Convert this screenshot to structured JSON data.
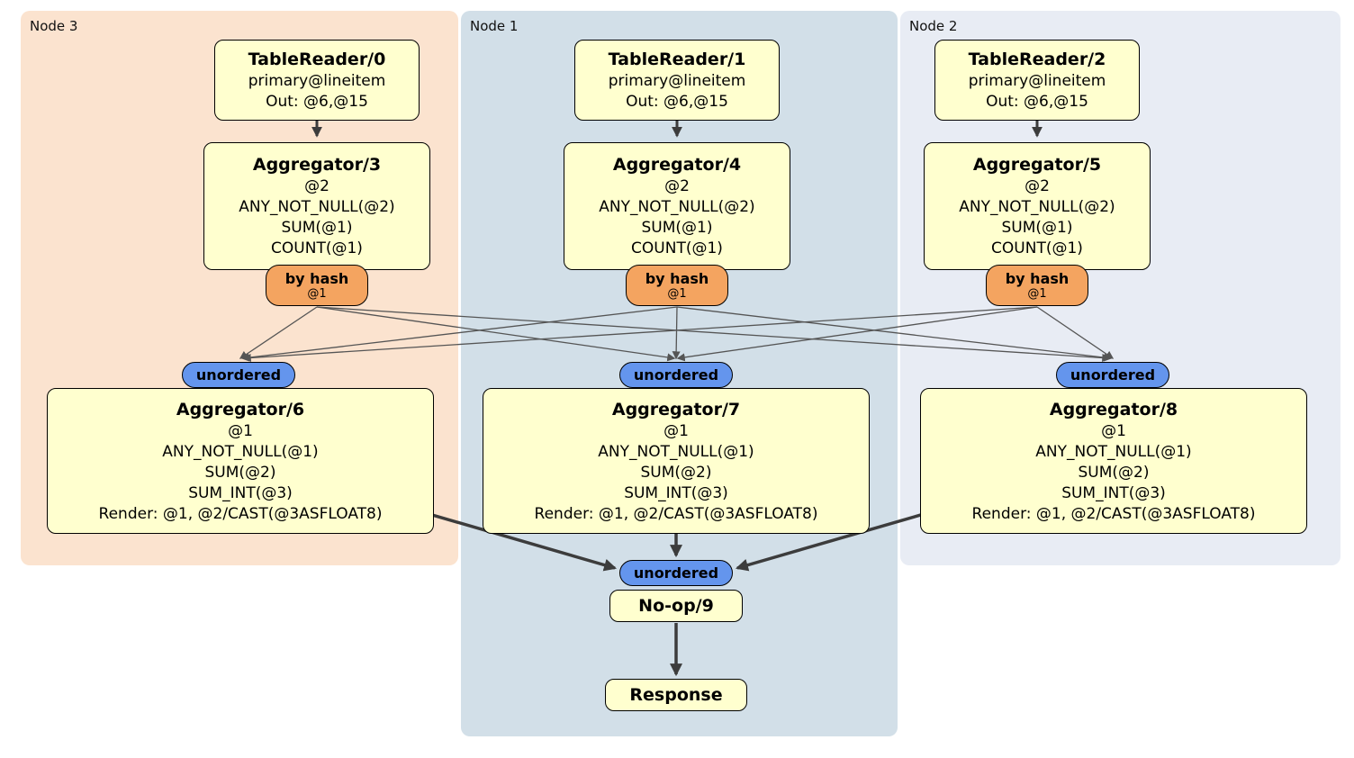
{
  "diagram": {
    "panels": [
      {
        "label": "Node 3"
      },
      {
        "label": "Node 1"
      },
      {
        "label": "Node 2"
      }
    ],
    "tablereaders": [
      {
        "title": "TableReader/0",
        "lines": [
          "primary@lineitem",
          "Out: @6,@15"
        ]
      },
      {
        "title": "TableReader/1",
        "lines": [
          "primary@lineitem",
          "Out: @6,@15"
        ]
      },
      {
        "title": "TableReader/2",
        "lines": [
          "primary@lineitem",
          "Out: @6,@15"
        ]
      }
    ],
    "aggregators_top": [
      {
        "title": "Aggregator/3",
        "lines": [
          "@2",
          "ANY_NOT_NULL(@2)",
          "SUM(@1)",
          "COUNT(@1)"
        ]
      },
      {
        "title": "Aggregator/4",
        "lines": [
          "@2",
          "ANY_NOT_NULL(@2)",
          "SUM(@1)",
          "COUNT(@1)"
        ]
      },
      {
        "title": "Aggregator/5",
        "lines": [
          "@2",
          "ANY_NOT_NULL(@2)",
          "SUM(@1)",
          "COUNT(@1)"
        ]
      }
    ],
    "hash_routers": [
      {
        "label": "by hash",
        "sub": "@1"
      },
      {
        "label": "by hash",
        "sub": "@1"
      },
      {
        "label": "by hash",
        "sub": "@1"
      }
    ],
    "sync_unordered": [
      {
        "label": "unordered"
      },
      {
        "label": "unordered"
      },
      {
        "label": "unordered"
      },
      {
        "label": "unordered"
      }
    ],
    "aggregators_bottom": [
      {
        "title": "Aggregator/6",
        "lines": [
          "@1",
          "ANY_NOT_NULL(@1)",
          "SUM(@2)",
          "SUM_INT(@3)",
          "Render: @1, @2/CAST(@3ASFLOAT8)"
        ]
      },
      {
        "title": "Aggregator/7",
        "lines": [
          "@1",
          "ANY_NOT_NULL(@1)",
          "SUM(@2)",
          "SUM_INT(@3)",
          "Render: @1, @2/CAST(@3ASFLOAT8)"
        ]
      },
      {
        "title": "Aggregator/8",
        "lines": [
          "@1",
          "ANY_NOT_NULL(@1)",
          "SUM(@2)",
          "SUM_INT(@3)",
          "Render: @1, @2/CAST(@3ASFLOAT8)"
        ]
      }
    ],
    "noop": {
      "title": "No-op/9"
    },
    "response": {
      "title": "Response"
    },
    "colors": {
      "node3_bg": "#fbe3cf",
      "node1_bg": "#d2dfe8",
      "node2_bg": "#e8ecf4",
      "box_bg": "#ffffcf",
      "hash_bg": "#f4a460",
      "sync_bg": "#6495ed",
      "edge_thick": "#3c3c3c",
      "edge_thin": "#555555"
    }
  }
}
